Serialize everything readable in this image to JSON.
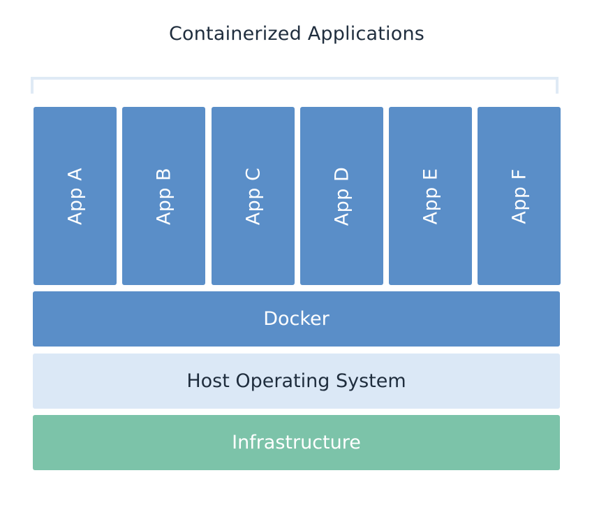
{
  "title": "Containerized Applications",
  "apps": [
    {
      "label": "App A"
    },
    {
      "label": "App B"
    },
    {
      "label": "App C"
    },
    {
      "label": "App D"
    },
    {
      "label": "App E"
    },
    {
      "label": "App F"
    }
  ],
  "layers": {
    "docker": {
      "label": "Docker"
    },
    "os": {
      "label": "Host Operating System"
    },
    "infrastructure": {
      "label": "Infrastructure"
    }
  },
  "colors": {
    "app_fill": "#5a8ec8",
    "docker_fill": "#5a8ec8",
    "os_fill": "#dbe8f6",
    "infra_fill": "#7cc3a9",
    "title_text": "#1f2d3d",
    "os_text": "#1f2d3d",
    "light_text": "#ffffff",
    "bracket": "#dfeaf5"
  }
}
